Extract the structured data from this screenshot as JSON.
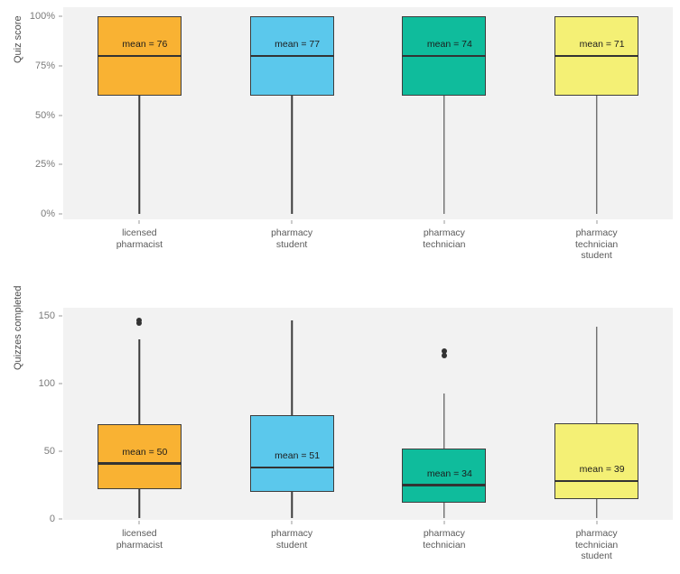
{
  "chart_data": [
    {
      "type": "box",
      "id": "quiz-score",
      "title": "",
      "xlabel": "",
      "ylabel": "Quiz score",
      "ylim": [
        0,
        100
      ],
      "yticks": [
        0,
        25,
        50,
        75,
        100
      ],
      "ytick_labels": [
        "0%",
        "25%",
        "50%",
        "75%",
        "100%"
      ],
      "grid": false,
      "legend": "none",
      "categories": [
        "licensed\npharmacist",
        "pharmacy\nstudent",
        "pharmacy\ntechnician",
        "pharmacy\ntechnician\nstudent"
      ],
      "boxes": [
        {
          "category": "licensed pharmacist",
          "color": "#f9b233",
          "whisker_low": 0,
          "q1": 60,
          "median": 80,
          "q3": 100,
          "whisker_high": 100,
          "mean": 76,
          "mean_label": "mean = 76",
          "outliers": []
        },
        {
          "category": "pharmacy student",
          "color": "#5bc8ec",
          "whisker_low": 0,
          "q1": 60,
          "median": 80,
          "q3": 100,
          "whisker_high": 100,
          "mean": 77,
          "mean_label": "mean = 77",
          "outliers": []
        },
        {
          "category": "pharmacy technician",
          "color": "#0fbc9c",
          "whisker_low": 0,
          "q1": 60,
          "median": 80,
          "q3": 100,
          "whisker_high": 100,
          "mean": 74,
          "mean_label": "mean = 74",
          "outliers": []
        },
        {
          "category": "pharmacy technician student",
          "color": "#f4f075",
          "whisker_low": 0,
          "q1": 60,
          "median": 80,
          "q3": 100,
          "whisker_high": 100,
          "mean": 71,
          "mean_label": "mean = 71",
          "outliers": []
        }
      ]
    },
    {
      "type": "box",
      "id": "quizzes-completed",
      "title": "",
      "xlabel": "",
      "ylabel": "Quizzes completed",
      "ylim": [
        0,
        150
      ],
      "yticks": [
        0,
        50,
        100,
        150
      ],
      "ytick_labels": [
        "0",
        "50",
        "100",
        "150"
      ],
      "grid": false,
      "legend": "none",
      "categories": [
        "licensed\npharmacist",
        "pharmacy\nstudent",
        "pharmacy\ntechnician",
        "pharmacy\ntechnician\nstudent"
      ],
      "boxes": [
        {
          "category": "licensed pharmacist",
          "color": "#f9b233",
          "whisker_low": 1,
          "q1": 22,
          "median": 41,
          "q3": 70,
          "whisker_high": 133,
          "mean": 50,
          "mean_label": "mean = 50",
          "outliers": [
            145,
            147
          ]
        },
        {
          "category": "pharmacy student",
          "color": "#5bc8ec",
          "whisker_low": 1,
          "q1": 20,
          "median": 38,
          "q3": 77,
          "whisker_high": 147,
          "mean": 51,
          "mean_label": "mean = 51",
          "outliers": []
        },
        {
          "category": "pharmacy technician",
          "color": "#0fbc9c",
          "whisker_low": 1,
          "q1": 12,
          "median": 25,
          "q3": 52,
          "whisker_high": 93,
          "mean": 34,
          "mean_label": "mean = 34",
          "outliers": [
            121,
            124
          ]
        },
        {
          "category": "pharmacy technician student",
          "color": "#f4f075",
          "whisker_low": 1,
          "q1": 15,
          "median": 28,
          "q3": 71,
          "whisker_high": 142,
          "mean": 39,
          "mean_label": "mean = 39",
          "outliers": []
        }
      ]
    }
  ],
  "style": {
    "panel_background": "#f2f2f2",
    "box_outline": "#3d3d3d",
    "median_color": "#333333",
    "whisker_color": "#3a3a3a",
    "outlier_color": "#333333",
    "axis_text_color": "#7a7a7a"
  }
}
